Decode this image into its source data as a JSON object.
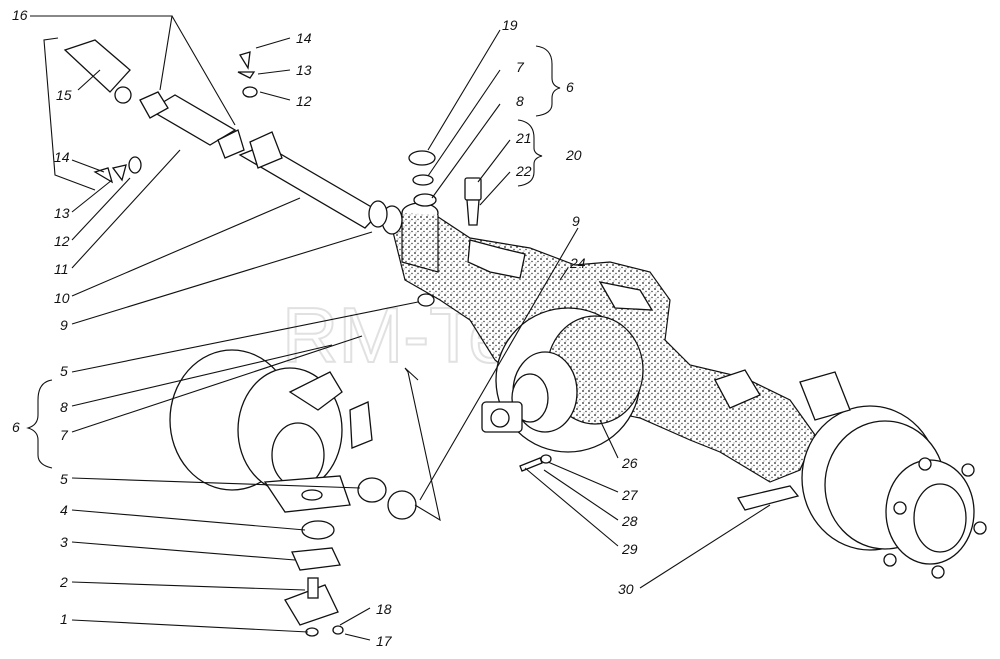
{
  "watermark": "RM-Tehnix",
  "labels": {
    "l16": "16",
    "l15": "15",
    "l14a": "14",
    "l13a": "13",
    "l12a": "12",
    "l14b": "14",
    "l13b": "13",
    "l12b": "12",
    "l11": "11",
    "l10": "10",
    "l9a": "9",
    "l5a": "5",
    "l6a": "6",
    "l8a": "8",
    "l7a": "7",
    "l5b": "5",
    "l4": "4",
    "l3": "3",
    "l2": "2",
    "l1": "1",
    "l18": "18",
    "l17": "17",
    "l19": "19",
    "l7b": "7",
    "l8b": "8",
    "l6b": "6",
    "l21": "21",
    "l22": "22",
    "l20": "20",
    "l9b": "9",
    "l24": "24",
    "l26": "26",
    "l27": "27",
    "l28": "28",
    "l29": "29",
    "l30": "30"
  }
}
